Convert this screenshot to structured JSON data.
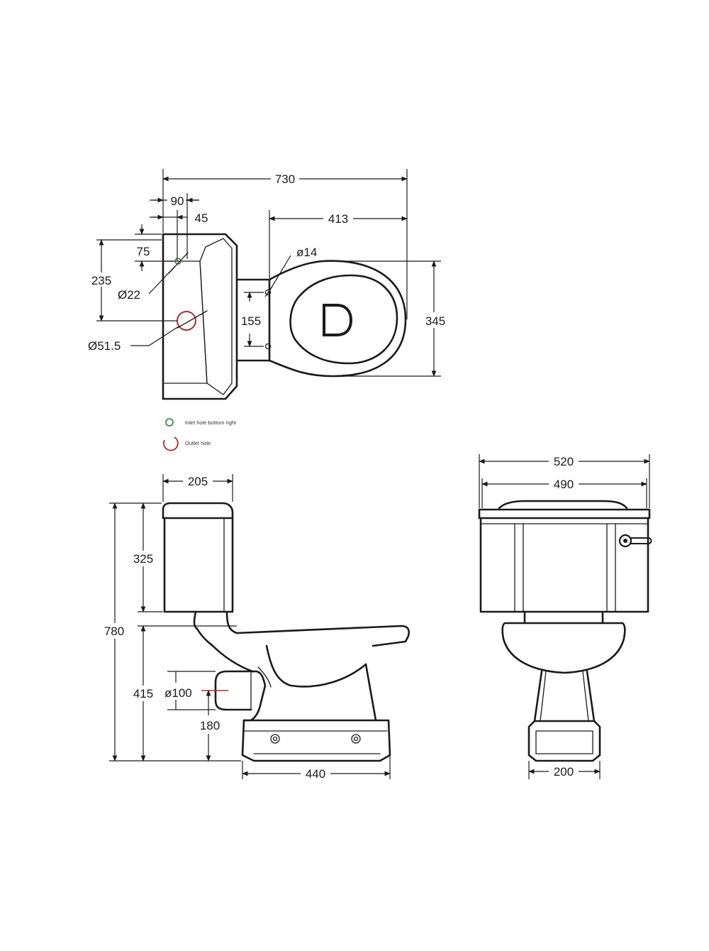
{
  "dimensions": {
    "overall_length": "730",
    "cistern_inlet_offset": "90",
    "cistern_inlet_offset_half": "45",
    "pan_length": "413",
    "inlet_from_back": "75",
    "outlet_from_back": "235",
    "inlet_diameter": "Ø22",
    "outlet_diameter": "Ø51.5",
    "fixing_hole_diameter": "ø14",
    "fixing_hole_spacing": "155",
    "pan_width": "345",
    "cistern_depth": "205",
    "cistern_height": "325",
    "total_height": "780",
    "pan_height": "415",
    "outlet_pipe_diameter": "ø100",
    "outlet_height": "180",
    "base_length": "440",
    "cistern_width": "520",
    "lid_width": "490",
    "base_width": "200"
  },
  "legend": {
    "inlet_label": "Inlet hole bottom right",
    "outlet_label": "Outlet hole",
    "inlet_color": "#3a7a3a",
    "outlet_color": "#b02a2a"
  }
}
